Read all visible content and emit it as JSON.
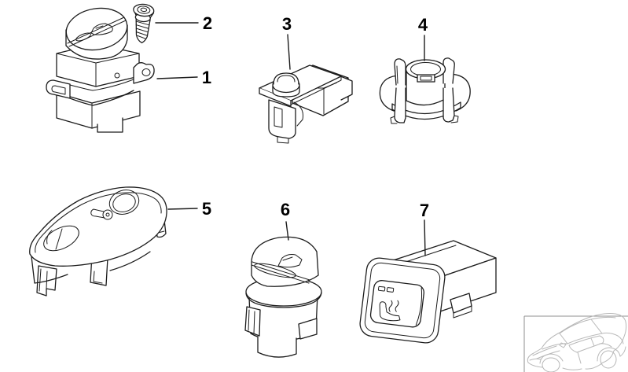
{
  "diagram": {
    "callouts": [
      "1",
      "2",
      "3",
      "4",
      "5",
      "6",
      "7"
    ],
    "colors": {
      "background": "#ffffff",
      "line": "#1c1c1c",
      "label": "#000000",
      "inset_line": "#b8b8b8",
      "inset_border": "#8f8f8f"
    },
    "icons": {
      "part_1_knob": "car-sunroof-icon",
      "part_6_knob": "car-sunroof-icon",
      "part_7_face": "seat-heating-icon",
      "inset": "car-silhouette-icon"
    }
  }
}
